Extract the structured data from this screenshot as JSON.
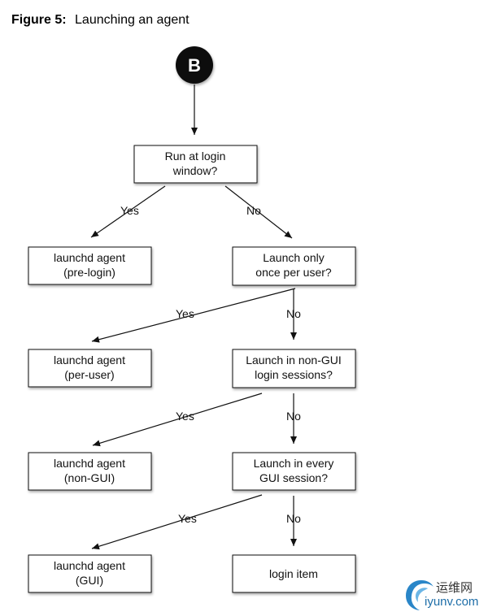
{
  "figure": {
    "number": "Figure 5:",
    "title": "Launching an agent"
  },
  "start": {
    "label": "B"
  },
  "nodes": {
    "run_at_login": {
      "lines": [
        "Run at login",
        "window?"
      ]
    },
    "agent_prelogin": {
      "lines": [
        "launchd agent",
        "(pre-login)"
      ]
    },
    "launch_once": {
      "lines": [
        "Launch only",
        "once per user?"
      ]
    },
    "agent_peruser": {
      "lines": [
        "launchd agent",
        "(per-user)"
      ]
    },
    "launch_nongui": {
      "lines": [
        "Launch in non-GUI",
        "login sessions?"
      ]
    },
    "agent_nongui": {
      "lines": [
        "launchd agent",
        "(non-GUI)"
      ]
    },
    "launch_every": {
      "lines": [
        "Launch in every",
        "GUI session?"
      ]
    },
    "agent_gui": {
      "lines": [
        "launchd agent",
        "(GUI)"
      ]
    },
    "login_item": {
      "lines": [
        "login item"
      ]
    }
  },
  "edges": {
    "yes": "Yes",
    "no": "No"
  },
  "watermark": {
    "chinese": "运维网",
    "url": "iyunv.com"
  }
}
